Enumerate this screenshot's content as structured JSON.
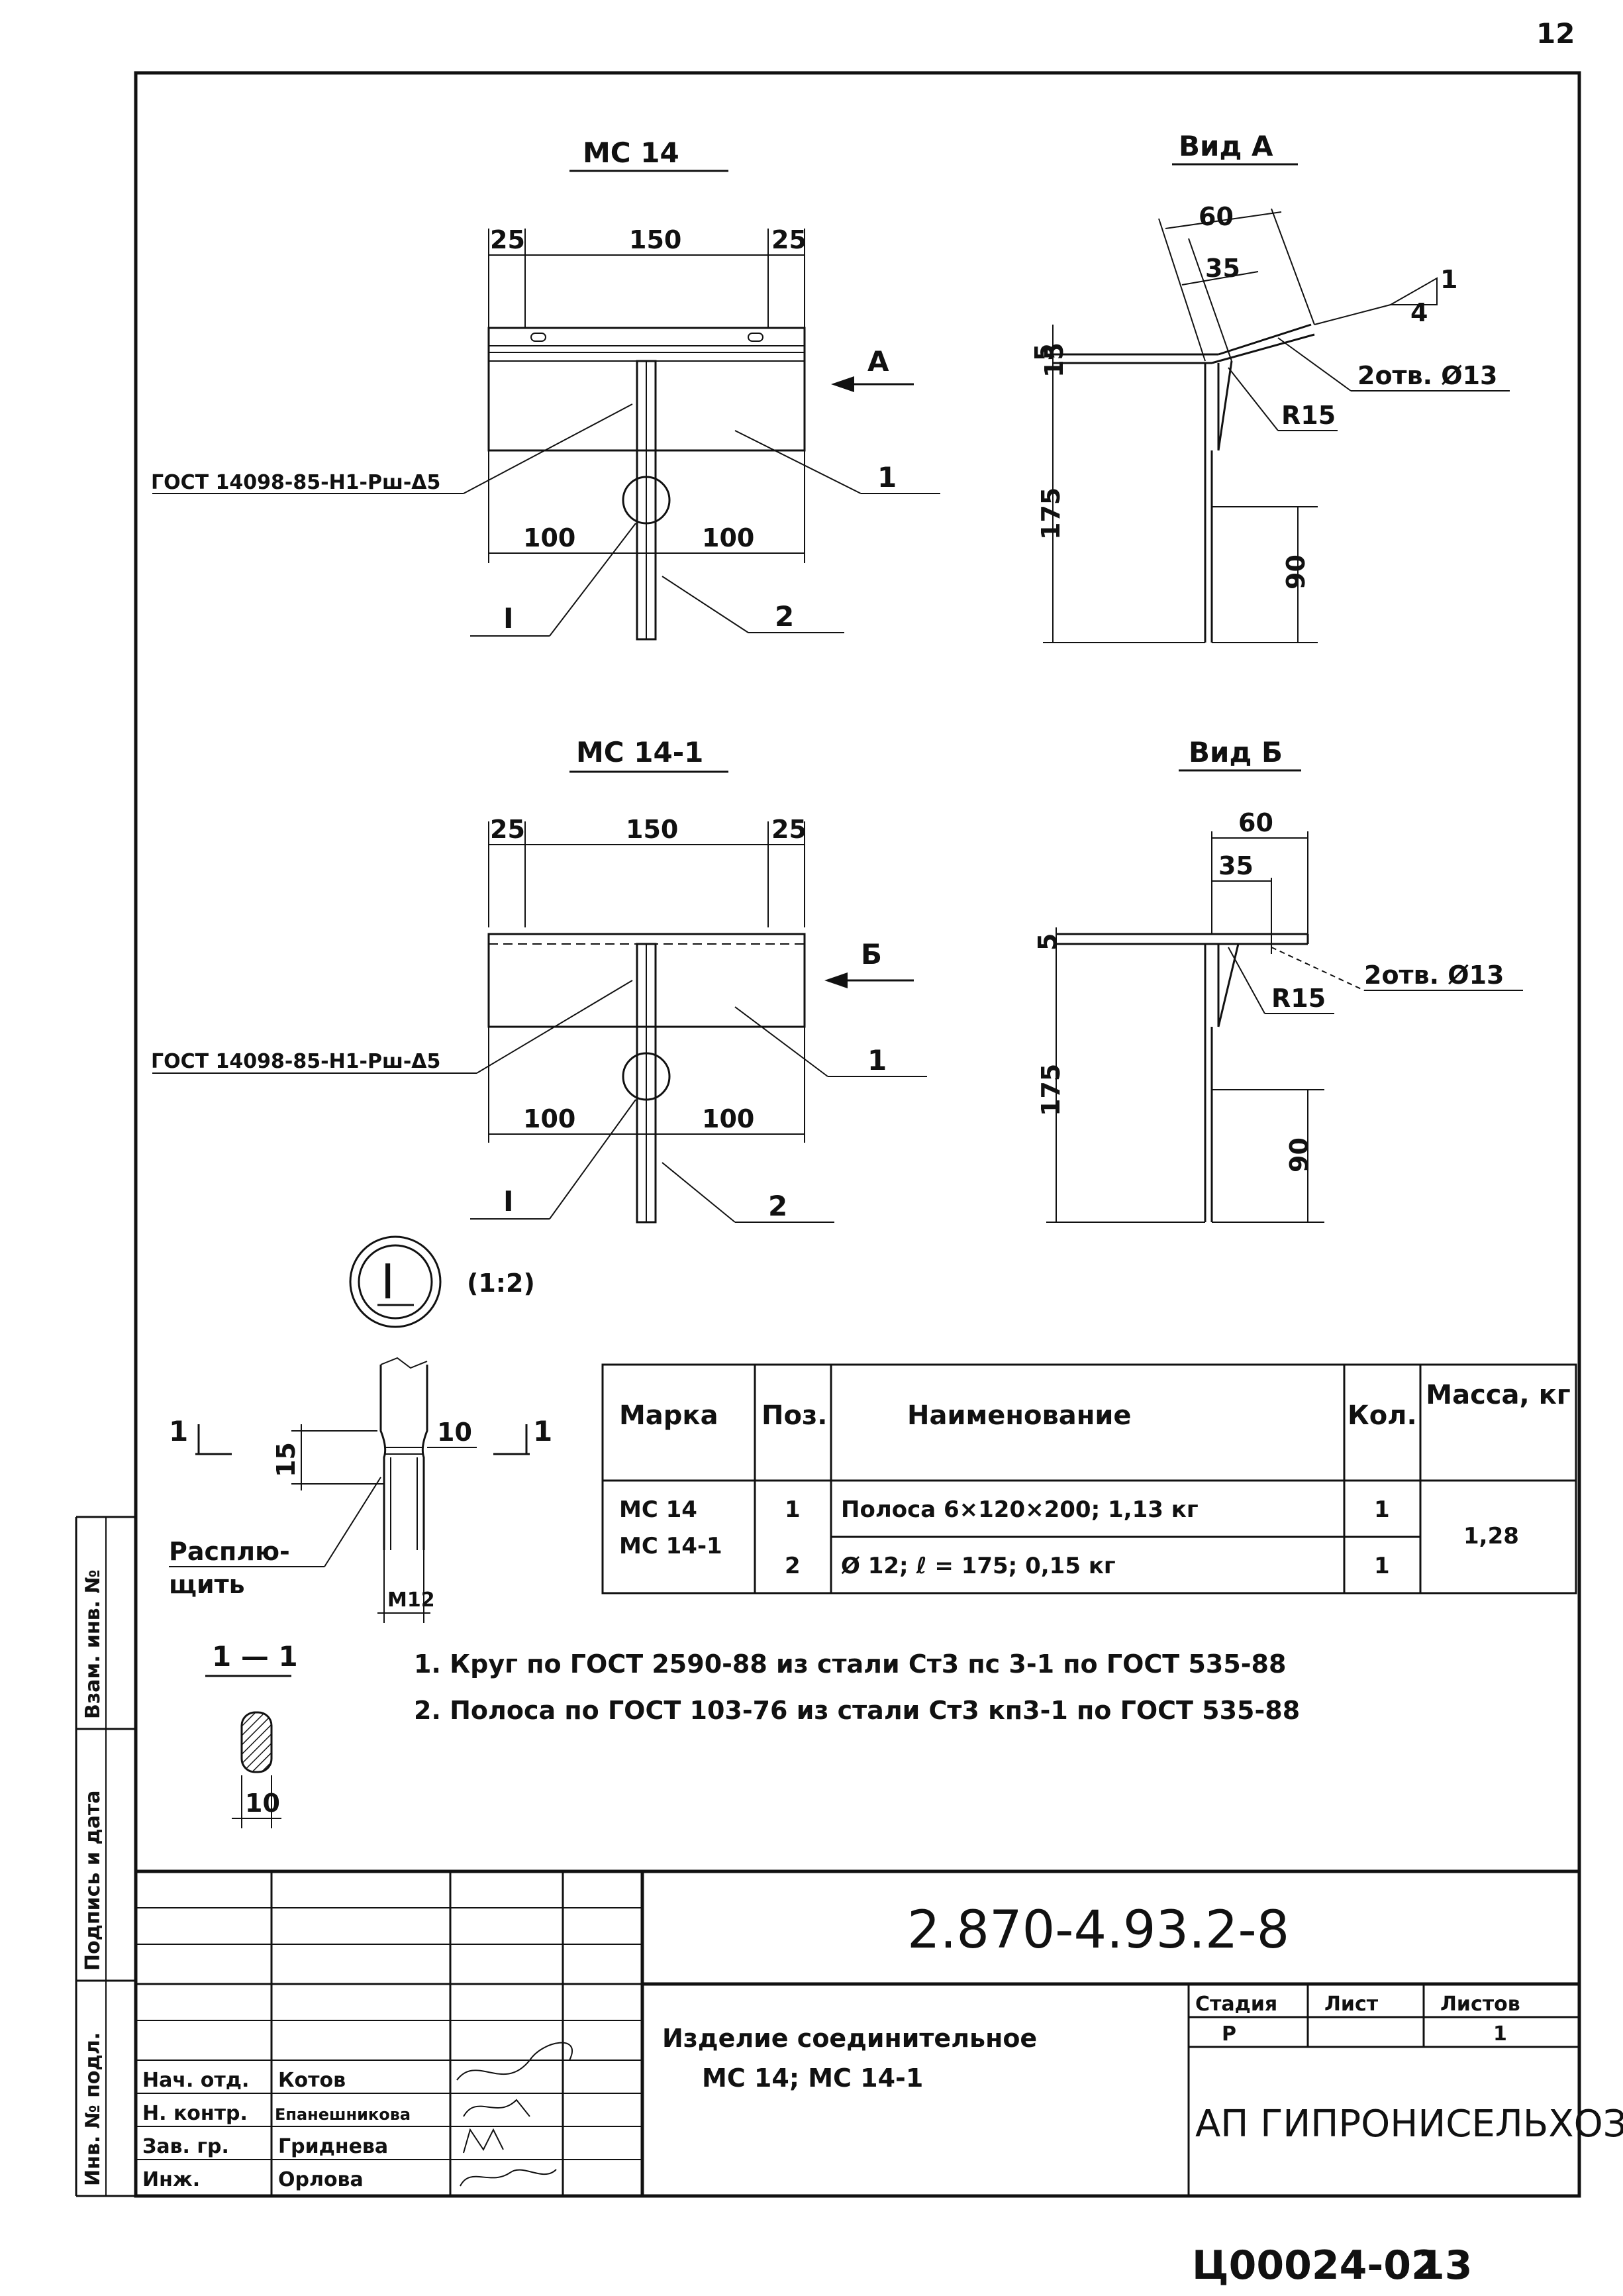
{
  "page": {
    "sheet_number_top": "12",
    "stamp_bottom": "Ц00024-02",
    "stamp_bottom_page": "13"
  },
  "views": {
    "mc14_title": "МС 14",
    "mc14_1_title": "МС 14-1",
    "view_a_title": "Вид А",
    "view_b_title": "Вид Б",
    "view_a_arrow": "А",
    "view_b_arrow": "Б",
    "dims_top": [
      "25",
      "150",
      "25"
    ],
    "dims_bottom": [
      "100",
      "100"
    ],
    "weld_note": "ГОСТ 14098-85-Н1-Рш-Δ5",
    "pos1": "1",
    "pos2": "2",
    "detail_ref": "I",
    "side": {
      "d60": "60",
      "d35": "35",
      "d5": "5",
      "d15": "15",
      "d175": "175",
      "d90": "90",
      "holes": "2отв. Ø13",
      "radius": "R15",
      "slope_1": "1",
      "slope_4": "4"
    }
  },
  "detail": {
    "label": "I",
    "scale": "(1:2)",
    "d15": "15",
    "d10": "10",
    "thread": "М12",
    "flatten_note_1": "Расплю-",
    "flatten_note_2": "щить",
    "section_label": "1 — 1",
    "section_dim": "10",
    "cut_mark": "1"
  },
  "spec_table": {
    "headers": [
      "Марка",
      "Поз.",
      "Наименование",
      "Кол.",
      "Масса, кг"
    ],
    "mark": [
      "МС 14",
      "МС 14-1"
    ],
    "rows": [
      {
        "pos": "1",
        "name": "Полоса 6×120×200;  1,13 кг",
        "qty": "1"
      },
      {
        "pos": "2",
        "name": "Ø 12;  ℓ = 175;        0,15  кг",
        "qty": "1"
      }
    ],
    "mass": "1,28"
  },
  "notes": [
    "1. Круг  по  ГОСТ 2590-88  из стали  Ст3 пс 3-1  по ГОСТ 535-88",
    "2. Полоса  по ГОСТ 103-76  из стали  Ст3 кп3-1  по  ГОСТ 535-88"
  ],
  "title_block": {
    "doc_code": "2.870-4.93.2-8",
    "product_line1": "Изделие  соединительное",
    "product_line2": "МС 14;  МС 14-1",
    "stage_header": "Стадия",
    "sheet_header": "Лист",
    "sheets_header": "Листов",
    "stage": "Р",
    "sheet": "",
    "sheets": "1",
    "organization": "АП ГИПРОНИСЕЛЬХОЗ",
    "staff": [
      {
        "role": "Нач. отд.",
        "name": "Котов"
      },
      {
        "role": "Н. контр.",
        "name": "Епанешникова"
      },
      {
        "role": "Зав. гр.",
        "name": "Гриднева"
      },
      {
        "role": "Инж.",
        "name": "Орлова"
      }
    ]
  },
  "side_strip": {
    "inv_no": "Инв. № подл.",
    "signature_date": "Подпись и дата",
    "replaces_inv": "Взам. инв. №"
  }
}
